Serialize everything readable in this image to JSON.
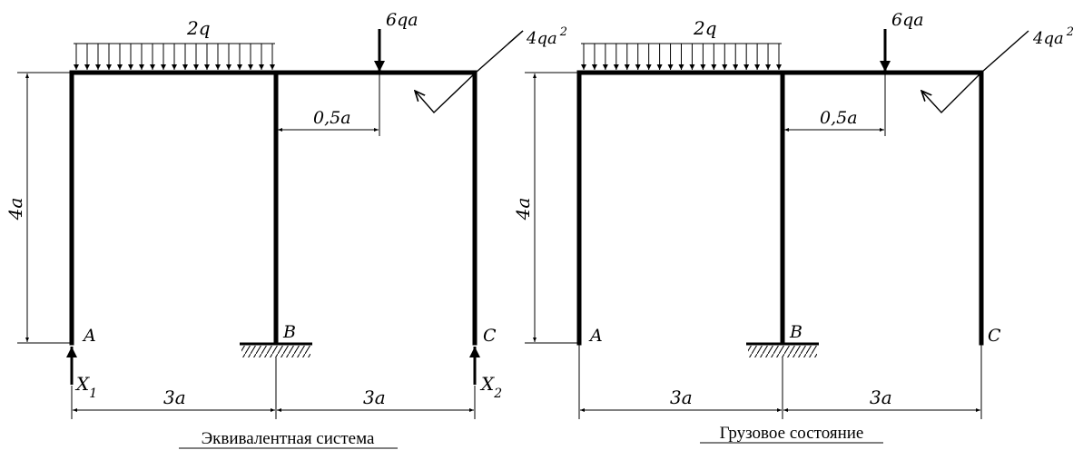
{
  "panels": [
    {
      "caption": "Эквивалентная система",
      "labels": {
        "dist_load": "2q",
        "point_load": "6qa",
        "moment_base": "4qa",
        "moment_exp": "2",
        "height": "4a",
        "offset": "0,5a",
        "span_left": "3a",
        "span_right": "3a",
        "node_a": "A",
        "node_b": "B",
        "node_c": "C",
        "x1_base": "X",
        "x1_sub": "1",
        "x2_base": "X",
        "x2_sub": "2"
      }
    },
    {
      "caption": "Грузовое состояние",
      "labels": {
        "dist_load": "2q",
        "point_load": "6qa",
        "moment_base": "4qa",
        "moment_exp": "2",
        "height": "4a",
        "offset": "0,5a",
        "span_left": "3a",
        "span_right": "3a",
        "node_a": "A",
        "node_b": "B",
        "node_c": "C"
      }
    }
  ]
}
